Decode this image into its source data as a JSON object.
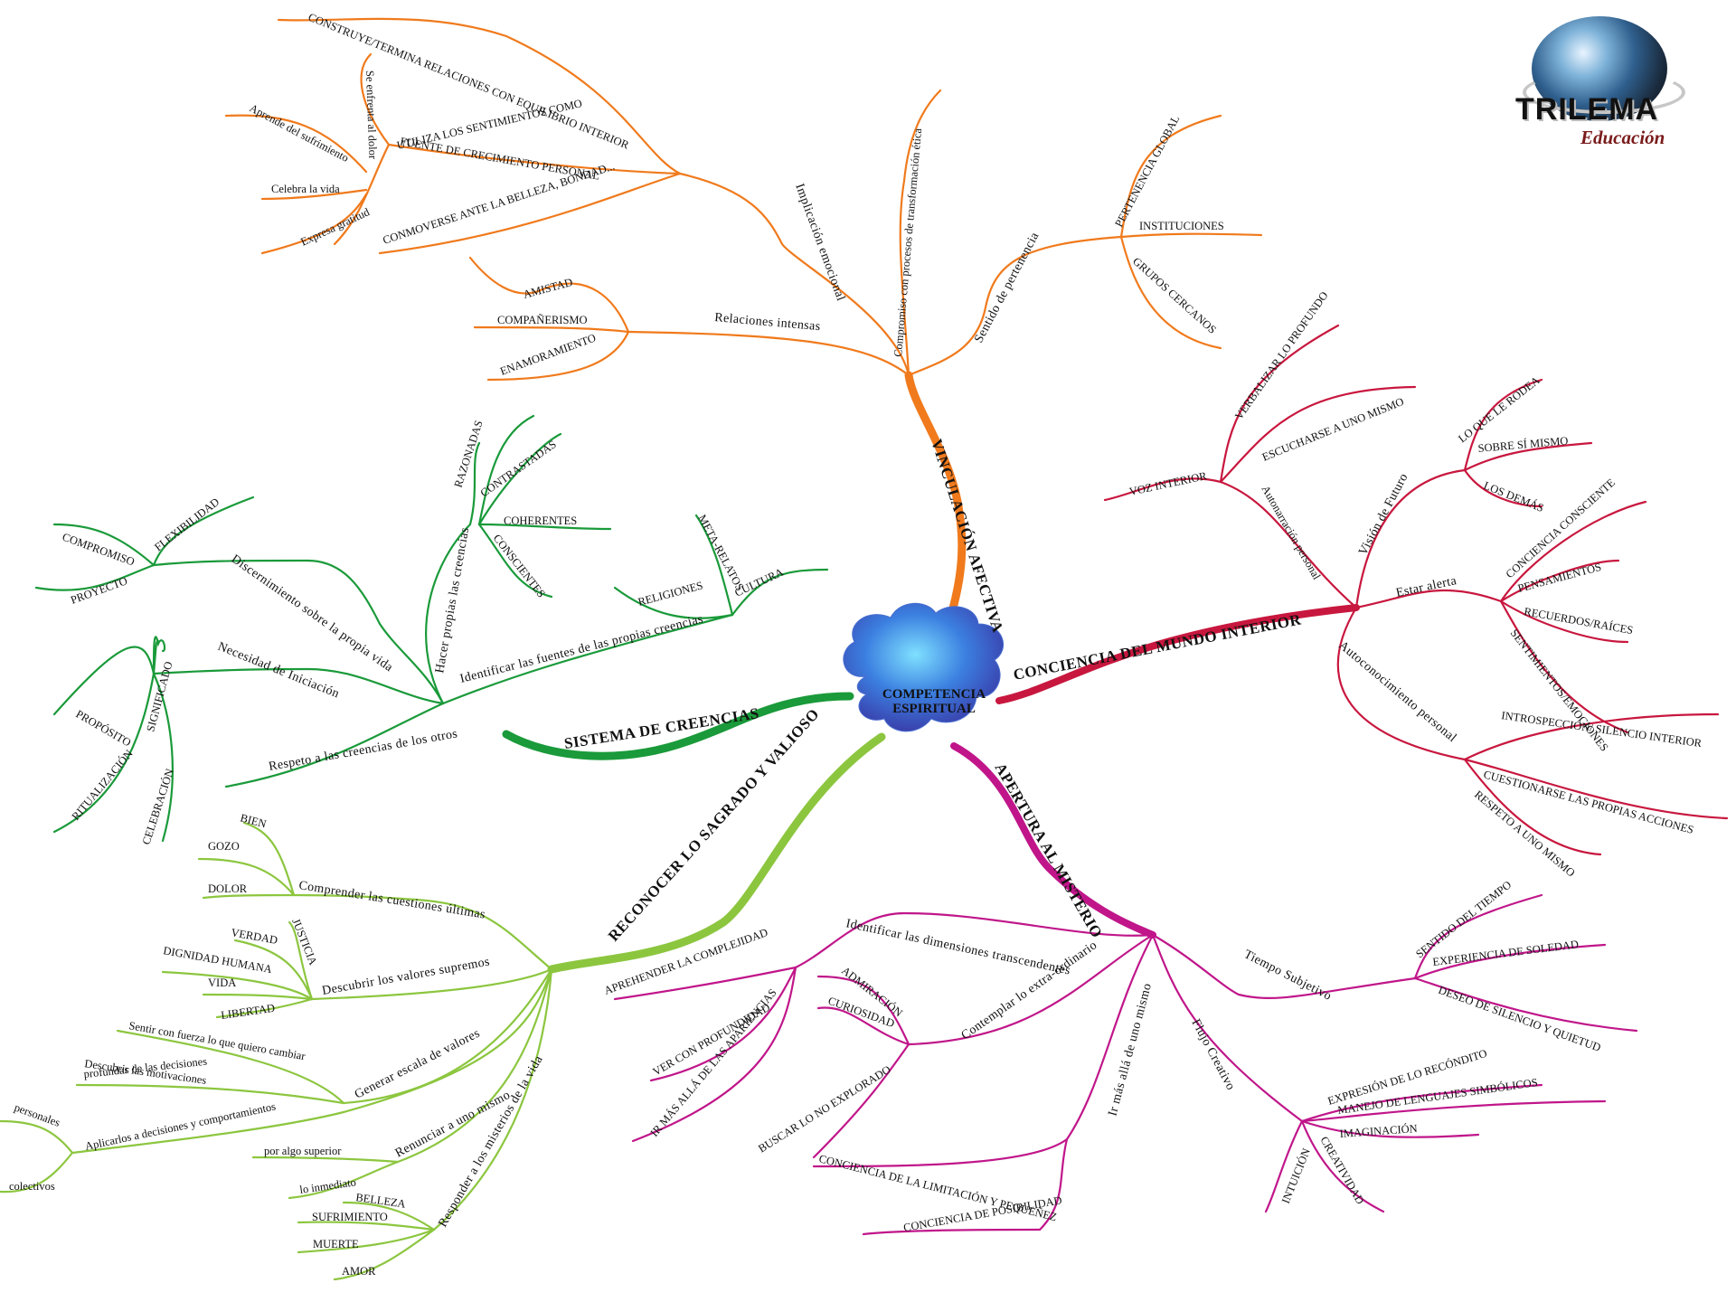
{
  "center": {
    "line1": "COMPETENCIA",
    "line2": "ESPIRITUAL"
  },
  "logo": {
    "title": "TRILEMA",
    "subtitle": "Educación"
  },
  "colors": {
    "orange": "#f07a1c",
    "crimson": "#c8173e",
    "magenta": "#c0168a",
    "lime": "#8cc63f",
    "green": "#1a9a3a"
  },
  "branches": {
    "vinculacion": {
      "label": "VINCULACIÓN AFECTIVA",
      "implicacion": "Implicación emocional",
      "compromiso": "Compromiso con procesos de transformación ética",
      "sentido": "Sentido de pertenencia",
      "relaciones": "Relaciones intensas",
      "construye": "CONSTRUYE/TERMINA RELACIONES CON EQUILIBRIO INTERIOR",
      "utiliza1": "UTILIZA LOS SENTIMIENTOS COMO",
      "utiliza2": "FUENTE DE CRECIMIENTO PERSONAL",
      "conmoverse": "CONMOVERSE ANTE LA BELLEZA, BONDAD...",
      "se_enfrenta": "Se enfrenta al dolor",
      "aprende": "Aprende del sufrimiento",
      "celebra": "Celebra la vida",
      "expresa": "Expresa gratitud",
      "pertenencia_global": "PERTENENCIA GLOBAL",
      "instituciones": "INSTITUCIONES",
      "grupos": "GRUPOS CERCANOS",
      "amistad": "AMISTAD",
      "companerismo": "COMPAÑERISMO",
      "enamoramiento": "ENAMORAMIENTO"
    },
    "conciencia": {
      "label": "CONCIENCIA DEL MUNDO INTERIOR",
      "voz": "VOZ INTERIOR",
      "verbalizar": "VERBALIZAR LO PROFUNDO",
      "escucharse": "ESCUCHARSE A UNO MISMO",
      "autonarracion": "Autonarración personal",
      "vision": "Visión de Futuro",
      "rodea": "LO QUE LE RODEA",
      "sobre": "SOBRE SÍ MISMO",
      "demas": "LOS DEMÁS",
      "estar": "Estar alerta",
      "consciente": "CONCIENCIA CONSCIENTE",
      "pensamientos": "PENSAMIENTOS",
      "recuerdos": "RECUERDOS/RAÍCES",
      "sentimientos": "SENTIMIENTOS/EMOCIONES",
      "autoconocimiento": "Autoconocimiento personal",
      "introspeccion": "INTROSPECCIÓN/ SILENCIO INTERIOR",
      "cuestionarse": "CUESTIONARSE LAS PROPIAS ACCIONES",
      "respeto": "RESPETO A UNO MISMO"
    },
    "apertura": {
      "label": "APERTURA AL MISTERIO",
      "identificar": "Identificar las dimensiones transcendentes",
      "aprehender": "APREHENDER LA COMPLEJIDAD",
      "ver": "VER CON PROFUNDIDAD",
      "ir": "IR MÁS ALLÁ DE LAS APARIENCIAS",
      "contemplar": "Contemplar lo extra-ordinario",
      "admiracion": "ADMIRACIÓN",
      "curiosidad": "CURIOSIDAD",
      "buscar": "BUSCAR LO NO EXPLORADO",
      "ir_alla": "Ir más allá de uno mismo",
      "limitacion": "CONCIENCIA DE LA LIMITACIÓN Y PEQUEÑEZ",
      "posibilidad": "CONCIENCIA DE POSIBILIDAD",
      "tiempo": "Tiempo Subjetivo",
      "sentido_tiempo": "SENTIDO DEL TIEMPO",
      "soledad": "EXPERIENCIA DE SOLEDAD",
      "deseo": "DESEO DE SILENCIO Y QUIETUD",
      "flujo": "Flujo Creativo",
      "expresion": "EXPRESIÓN DE LO RECÓNDITO",
      "manejo": "MANEJO DE LENGUAJES SIMBÓLICOS",
      "imaginacion": "IMAGINACIÓN",
      "intuicion": "INTUICIÓN",
      "creatividad": "CREATIVIDAD"
    },
    "sagrado": {
      "label": "RECONOCER LO SAGRADO Y VALIOSO",
      "comprender": "Comprender las cuestiones últimas",
      "bien": "BIEN",
      "gozo": "GOZO",
      "dolor": "DOLOR",
      "descubrir": "Descubrir los valores supremos",
      "verdad": "VERDAD",
      "justicia": "JUSTICIA",
      "dignidad": "DIGNIDAD HUMANA",
      "vida": "VIDA",
      "libertad": "LIBERTAD",
      "generar": "Generar escala de valores",
      "sentir": "Sentir con fuerza lo que quiero cambiar",
      "motivaciones1": "Descubrir las motivaciones",
      "motivaciones2": "profundas de las decisiones",
      "aplicarlos": "Aplicarlos a decisiones y comportamientos",
      "personales": "personales",
      "colectivos": "colectivos",
      "renunciar": "Renunciar a uno mismo",
      "algo_superior": "por algo superior",
      "inmediato": "lo inmediato",
      "responder": "Responder a los misterios de la vida",
      "belleza": "BELLEZA",
      "sufrimiento": "SUFRIMIENTO",
      "muerte": "MUERTE",
      "amor": "AMOR"
    },
    "creencias": {
      "label": "SISTEMA DE CREENCIAS",
      "hacer": "Hacer propias las creencias",
      "razonadas": "RAZONADAS",
      "contrastadas": "CONTRASTADAS",
      "coherentes": "COHERENTES",
      "conscientes": "CONSCIENTES",
      "discernimiento": "Discernimiento sobre la propia vida",
      "flexibilidad": "FLEXIBILIDAD",
      "compromiso": "COMPROMISO",
      "proyecto": "PROYECTO",
      "identificar": "Identificar las fuentes de las propias creencias",
      "meta": "META-RELATOS",
      "religiones": "RELIGIONES",
      "cultura": "CULTURA",
      "necesidad": "Necesidad de Iniciación",
      "significado": "SIGNIFICADO",
      "proposito": "PROPÓSITO",
      "ritualizacion": "RITUALIZACIÓN",
      "celebracion": "CELEBRACIÓN",
      "respeto": "Respeto a las creencias de los otros"
    }
  }
}
